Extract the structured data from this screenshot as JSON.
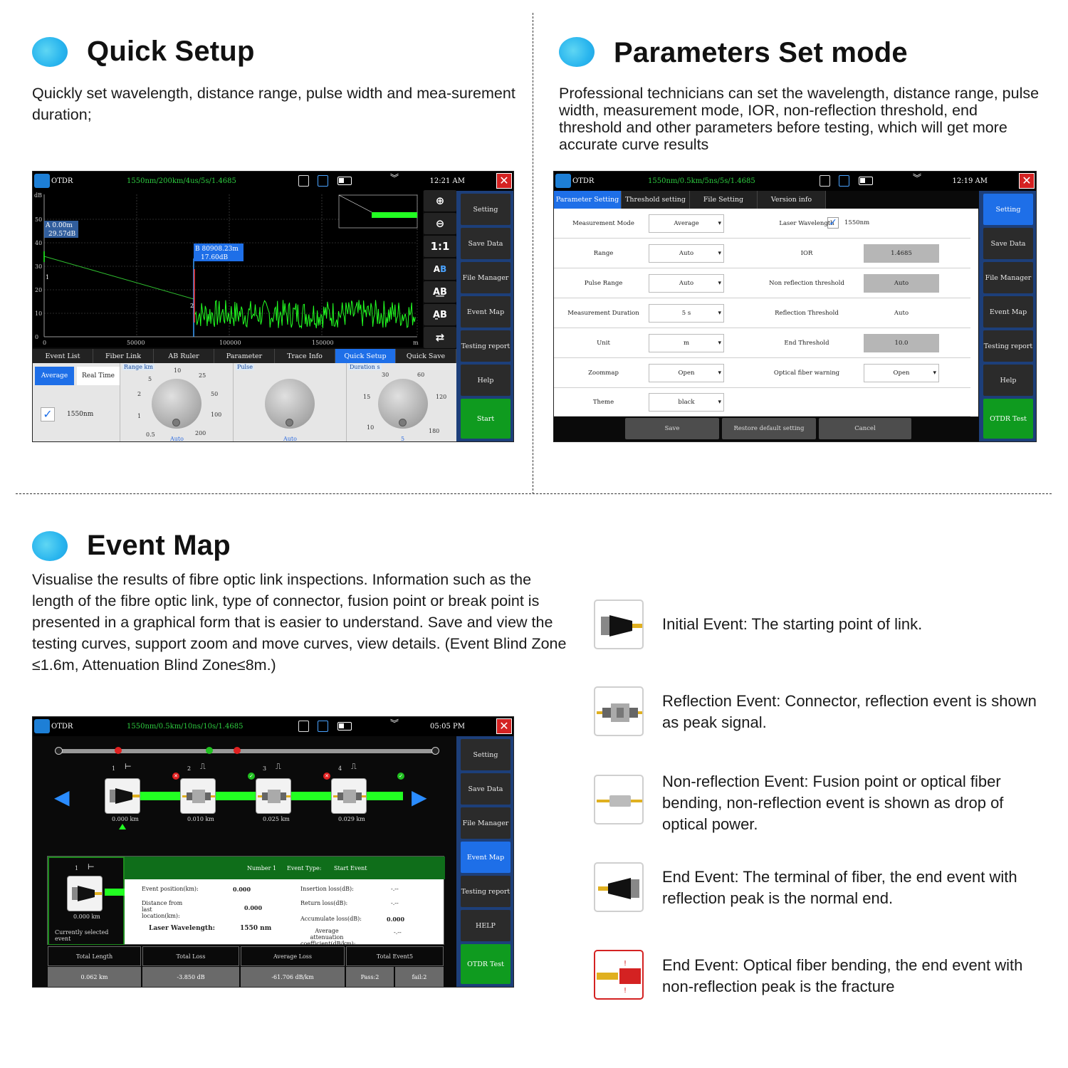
{
  "sections": {
    "quick_setup": {
      "title": "Quick Setup",
      "description": "Quickly set wavelength, distance range, pulse width and mea-surement duration;"
    },
    "parameters": {
      "title": "Parameters Set mode",
      "description": "Professional technicians can set the wavelength, distance range, pulse width, measurement mode, IOR, non-reflection threshold, end threshold and other parameters before testing, which will get more accurate curve results"
    },
    "event_map": {
      "title": "Event Map",
      "description": "Visualise the results of fibre optic link inspections. Information such as the length of the fibre optic link, type of connector, fusion point or break point is presented in a graphical form that is easier to understand. Save and view the testing curves, support zoom and move curves, view details. (Event Blind Zone ≤1.6m, Attenuation Blind Zone≤8m.)"
    }
  },
  "screen1": {
    "app": "OTDR",
    "params": "1550nm/200km/4us/5s/1.4685",
    "time": "12:21 AM",
    "side": [
      "Setting",
      "Save Data",
      "File Manager",
      "Event Map",
      "Testing report",
      "Help",
      "Start"
    ],
    "chart": {
      "ylabel": "dB",
      "xunit": "m",
      "yticks": [
        "50",
        "40",
        "30",
        "20",
        "10",
        "0"
      ],
      "xticks": [
        "0",
        "50000",
        "100000",
        "150000"
      ],
      "markerA": "A 0.00m",
      "markerA_val": "29.57dB",
      "markerB": "B  80908.23m",
      "markerB_val": "17.60dB",
      "m1": "1",
      "m2": "2"
    },
    "zoom": [
      "1:1"
    ],
    "tabs": [
      "Event List",
      "Fiber Link",
      "AB Ruler",
      "Parameter",
      "Trace Info",
      "Quick Setup",
      "Quick Save"
    ],
    "active_tab": "Quick Setup",
    "mode": [
      "Average",
      "Real Time"
    ],
    "wavelength": "1550nm",
    "range": {
      "title": "Range km",
      "ticks": [
        "10",
        "25",
        "5",
        "50",
        "2",
        "100",
        "1",
        "0.5",
        "200"
      ],
      "value": "Auto"
    },
    "pulse": {
      "title": "Pulse",
      "value": "Auto"
    },
    "duration": {
      "title": "Duration s",
      "ticks": [
        "30",
        "60",
        "15",
        "120",
        "10",
        "180"
      ],
      "value": "5"
    }
  },
  "screen2": {
    "app": "OTDR",
    "params": "1550nm/0.5km/5ns/5s/1.4685",
    "time": "12:19 AM",
    "tabs": [
      "Parameter Setting",
      "Threshold setting",
      "File Setting",
      "Version info"
    ],
    "side": [
      "Setting",
      "Save Data",
      "File Manager",
      "Event Map",
      "Testing report",
      "Help",
      "OTDR Test"
    ],
    "rows": [
      {
        "l": "Measurement Mode",
        "v": "Average",
        "r": "Laser Wavelength",
        "rv": "1550nm"
      },
      {
        "l": "Range",
        "v": "Auto",
        "r": "IOR",
        "rv": "1.4685"
      },
      {
        "l": "Pulse Range",
        "v": "Auto",
        "r": "Non reflection threshold",
        "rv": "Auto"
      },
      {
        "l": "Measurement Duration",
        "v": "5 s",
        "r": "Reflection Threshold",
        "rv": "Auto"
      },
      {
        "l": "Unit",
        "v": "m",
        "r": "End Threshold",
        "rv": "10.0"
      },
      {
        "l": "Zoommap",
        "v": "Open",
        "r": "Optical fiber warning",
        "rv": "Open"
      },
      {
        "l": "Theme",
        "v": "black",
        "r": "",
        "rv": ""
      }
    ],
    "buttons": [
      "Save",
      "Restore default setting",
      "Cancel"
    ]
  },
  "screen3": {
    "app": "OTDR",
    "params": "1550nm/0.5km/10ns/10s/1.4685",
    "time": "05:05 PM",
    "side": [
      "Setting",
      "Save Data",
      "File Manager",
      "Event Map",
      "Testing report",
      "HELP",
      "OTDR Test"
    ],
    "events": [
      {
        "n": "1",
        "sym": "⊢",
        "dist": "0.000 km"
      },
      {
        "n": "2",
        "sym": "⎍",
        "dist": "0.010 km"
      },
      {
        "n": "3",
        "sym": "⎍",
        "dist": "0.025 km"
      },
      {
        "n": "4",
        "sym": "⎍",
        "dist": "0.029 km"
      }
    ],
    "detail": {
      "num_label": "1",
      "num_sym": "⊢",
      "dist": "0.000 km",
      "selected": "Currently selected event",
      "header_number": "Number  1",
      "header_type": "Event Type:",
      "header_type_val": "Start Event",
      "event_pos": "Event position(km):",
      "event_pos_v": "0.000",
      "dist_last": "Distance from last location(km):",
      "dist_last_v": "0.000",
      "laser": "Laser Wavelength:",
      "laser_v": "1550 nm",
      "ins": "Insertion loss(dB):",
      "ins_v": "-.--",
      "ret": "Return loss(dB):",
      "ret_v": "-.--",
      "acc": "Accumulate loss(dB):",
      "acc_v": "0.000",
      "avg": "Average attenuation coefficient(dB/km):",
      "avg_v": "-.--"
    },
    "totals": {
      "h": [
        "Total Length",
        "Total Loss",
        "Average Loss",
        "Total Event5"
      ],
      "v": [
        "0.062 km",
        "-3.850 dB",
        "-61.706 dB/km",
        "Pass:2",
        "fail:2"
      ]
    }
  },
  "legend": [
    {
      "title": "Initial Event:",
      "text": " The starting point of link."
    },
    {
      "title": "Reflection Event:",
      "text": " Connector, reflection event is shown as peak signal."
    },
    {
      "title": "Non-reflection Event:",
      "text": " Fusion point or optical fiber bending, non-reflection event is shown as drop of optical power."
    },
    {
      "title": "End Event:",
      "text": " The terminal of fiber, the end event with reflection peak is the normal end."
    },
    {
      "title": "End Event:",
      "text": " Optical fiber bending, the end event with non-reflection peak is the fracture"
    }
  ],
  "colors": {
    "accent": "#1e6fe8",
    "green": "#0f9b1f",
    "sidebar": "#1d3f7a",
    "trace": "#22ff22"
  }
}
